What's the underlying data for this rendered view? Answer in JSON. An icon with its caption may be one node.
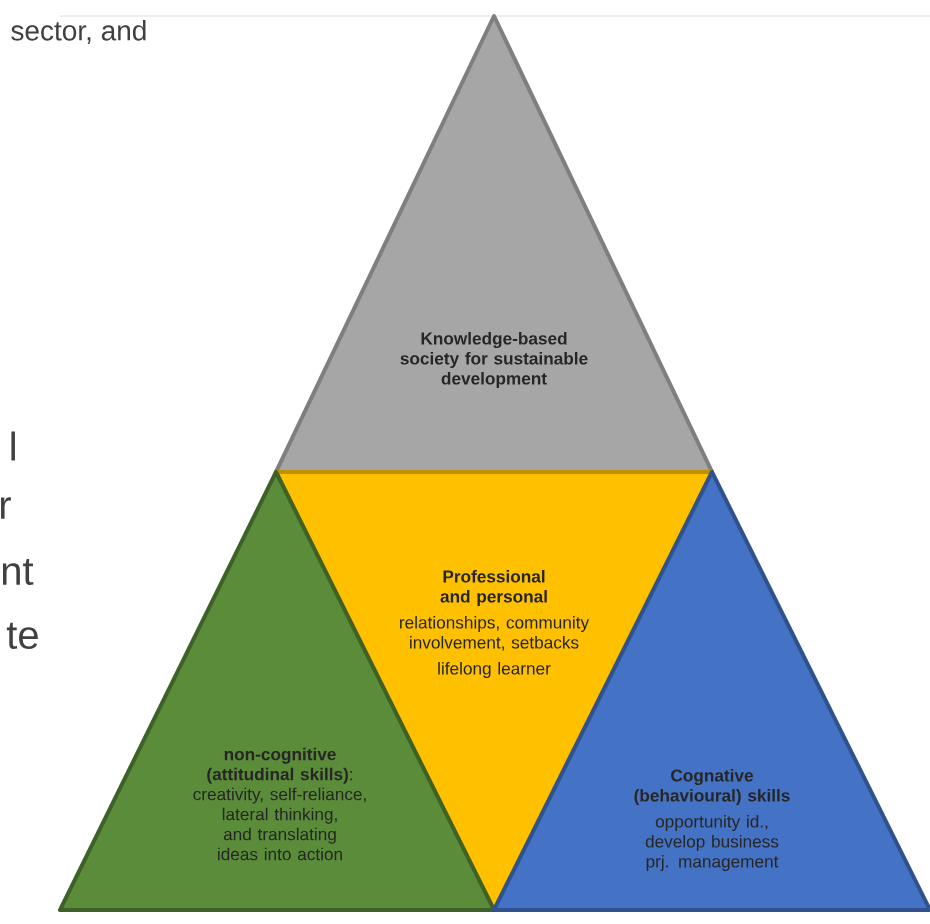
{
  "diagram": {
    "nodes": [
      {
        "text": [
          "Knowledge-based society for sustainable development"
        ]
      },
      {
        "text": [
          "Professional and personal",
          "relationships, community involvement, setbacks",
          "lifelong learner"
        ]
      },
      {
        "text": [
          "**non-cognitive (attitudinal skills)**: creativity, self-reliance, lateral thinking, and translating ideas into action"
        ]
      },
      {
        "text": [
          "Cognative (behavioural) skills",
          "opportunity id., develop business prj.  management"
        ]
      }
    ],
    "labels": [
      "sector, and",
      "l",
      "r",
      "nt",
      "te"
    ]
  }
}
